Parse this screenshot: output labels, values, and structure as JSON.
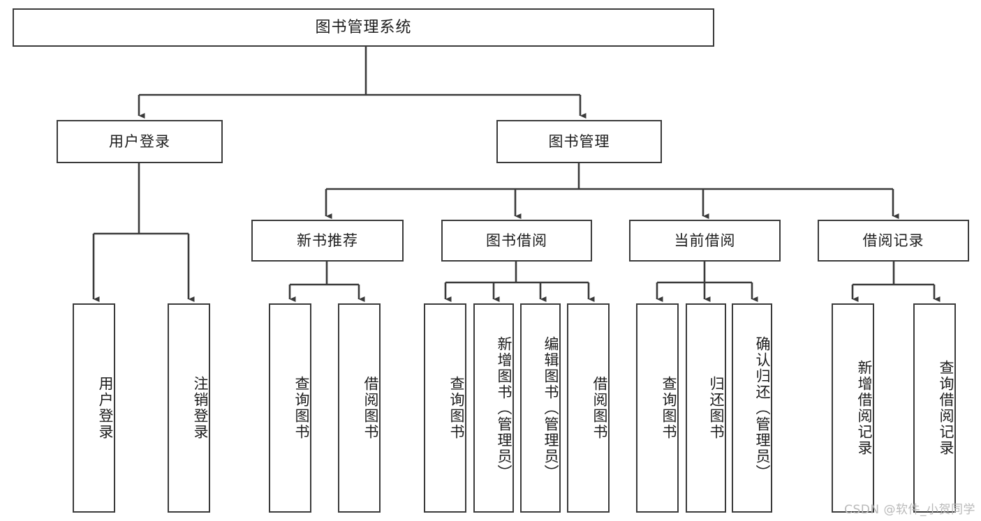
{
  "diagram": {
    "title": "图书管理系统",
    "type": "tree-hierarchy",
    "watermark": "CSDN @软件_小贺同学",
    "colors": {
      "box_border": "#3a3a3a",
      "box_fill": "#ffffff",
      "edge": "#3a3a3a",
      "text": "#1c1c1c",
      "watermark": "#b9b9b9"
    },
    "nodes": {
      "root": {
        "label": "图书管理系统"
      },
      "level2": [
        {
          "id": "user-login",
          "label": "用户登录"
        },
        {
          "id": "book-management",
          "label": "图书管理"
        }
      ],
      "level3": [
        {
          "id": "new-book-recommend",
          "label": "新书推荐"
        },
        {
          "id": "book-borrow",
          "label": "图书借阅"
        },
        {
          "id": "current-borrow",
          "label": "当前借阅"
        },
        {
          "id": "borrow-record",
          "label": "借阅记录"
        }
      ],
      "leaves": {
        "user-login": [
          {
            "id": "leaf-user-login",
            "label": "用户登录"
          },
          {
            "id": "leaf-logout-login",
            "label": "注销登录"
          }
        ],
        "new-book-recommend": [
          {
            "id": "leaf-query-book-1",
            "label": "查询图书"
          },
          {
            "id": "leaf-borrow-book-1",
            "label": "借阅图书"
          }
        ],
        "book-borrow": [
          {
            "id": "leaf-query-book-2",
            "label": "查询图书"
          },
          {
            "id": "leaf-add-book-admin",
            "label": "新增图书（管理员）"
          },
          {
            "id": "leaf-edit-book-admin",
            "label": "编辑图书（管理员）"
          },
          {
            "id": "leaf-borrow-book-2",
            "label": "借阅图书"
          }
        ],
        "current-borrow": [
          {
            "id": "leaf-query-book-3",
            "label": "查询图书"
          },
          {
            "id": "leaf-return-book",
            "label": "归还图书"
          },
          {
            "id": "leaf-confirm-return-admin",
            "label": "确认归还（管理员）"
          }
        ],
        "borrow-record": [
          {
            "id": "leaf-add-borrow-record",
            "label": "新增借阅记录"
          },
          {
            "id": "leaf-query-borrow-record",
            "label": "查询借阅记录"
          }
        ]
      }
    }
  }
}
